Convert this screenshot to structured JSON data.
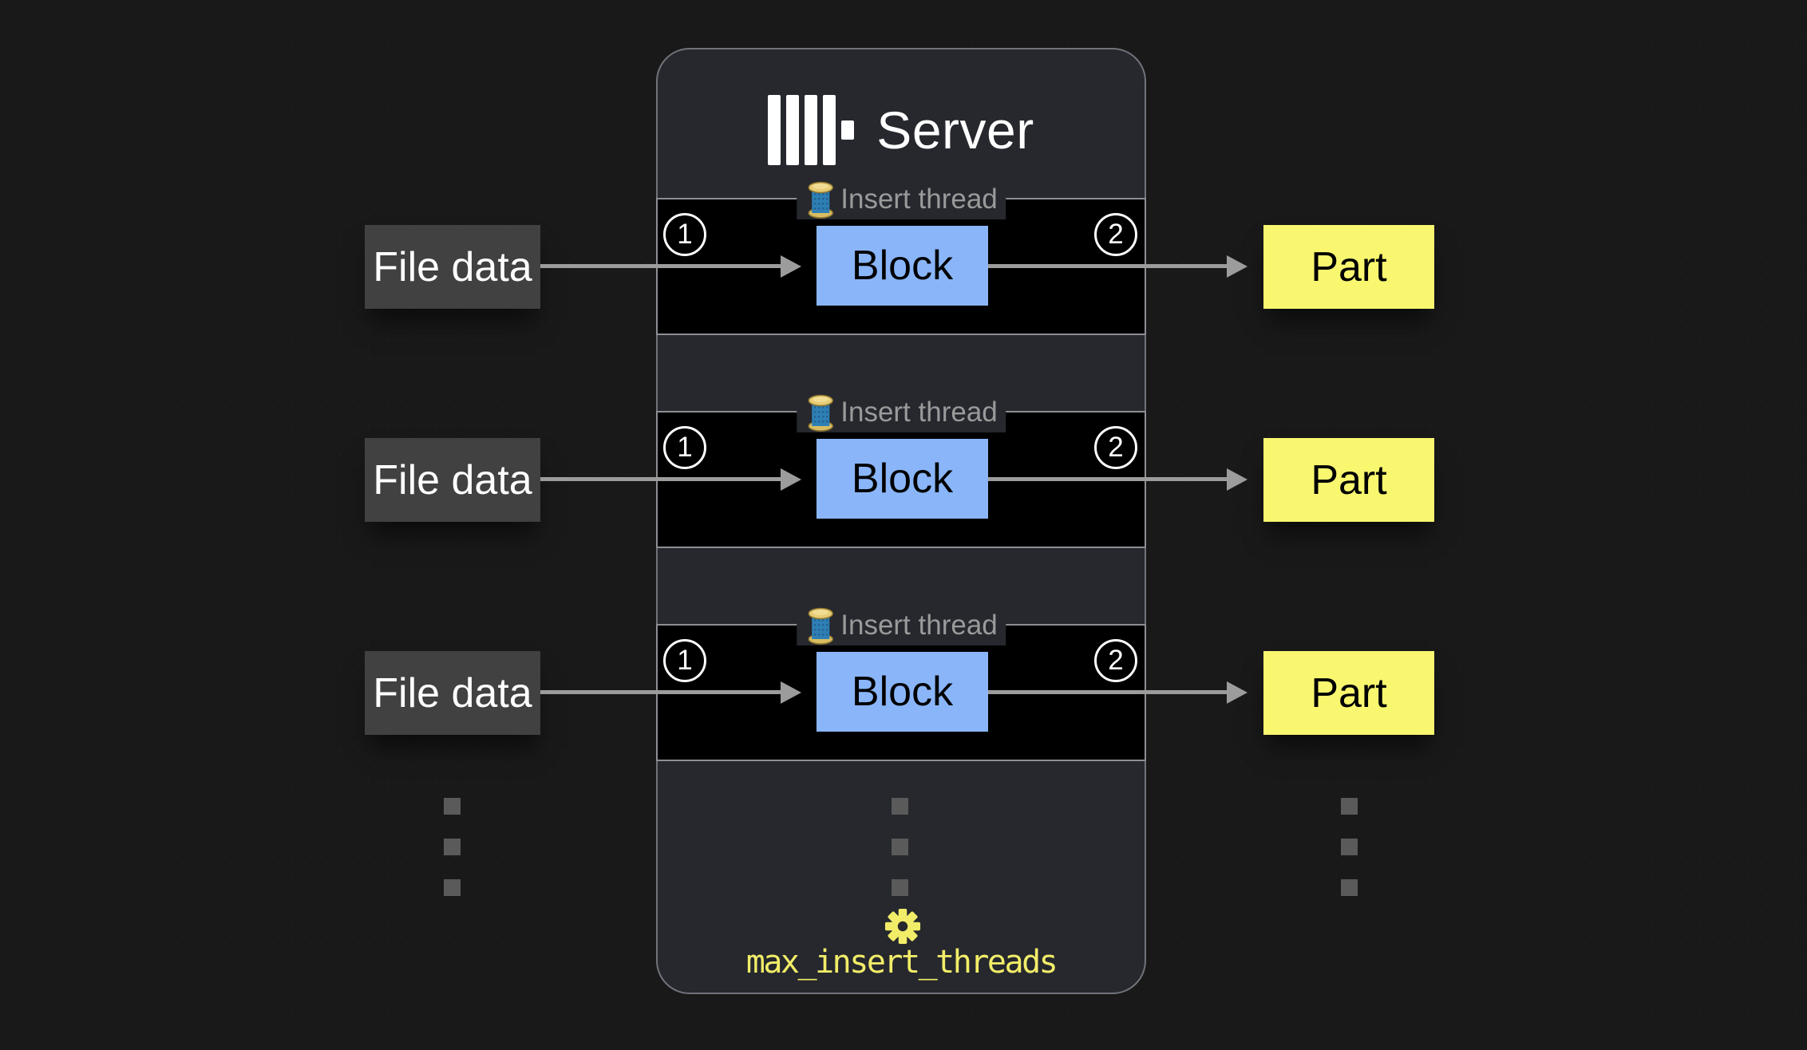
{
  "server": {
    "title": "Server",
    "logo_icon": "clickhouse-logo",
    "threads": [
      {
        "legend": "Insert thread",
        "icon": "thread-spool-icon",
        "step_in": "1",
        "block_label": "Block",
        "step_out": "2"
      },
      {
        "legend": "Insert thread",
        "icon": "thread-spool-icon",
        "step_in": "1",
        "block_label": "Block",
        "step_out": "2"
      },
      {
        "legend": "Insert thread",
        "icon": "thread-spool-icon",
        "step_in": "1",
        "block_label": "Block",
        "step_out": "2"
      }
    ],
    "setting": {
      "icon": "gear-icon",
      "label": "max_insert_threads"
    }
  },
  "inputs": [
    {
      "label": "File data"
    },
    {
      "label": "File data"
    },
    {
      "label": "File data"
    }
  ],
  "outputs": [
    {
      "label": "Part"
    },
    {
      "label": "Part"
    },
    {
      "label": "Part"
    }
  ],
  "colors": {
    "page_bg": "#191919",
    "panel_bg": "#26282E",
    "panel_border": "#70737A",
    "band_bg": "#000000",
    "band_border": "#8D8F94",
    "legend_text": "#9A9A9A",
    "block_fill": "#8AB6F9",
    "input_fill": "#414141",
    "part_fill": "#F8F76F",
    "arrow": "#9C9C9C",
    "step_badge": "#FFFFFF",
    "dots": "#5A5A5A",
    "setting_yellow": "#F2ED68",
    "title_text": "#FFFFFF"
  }
}
